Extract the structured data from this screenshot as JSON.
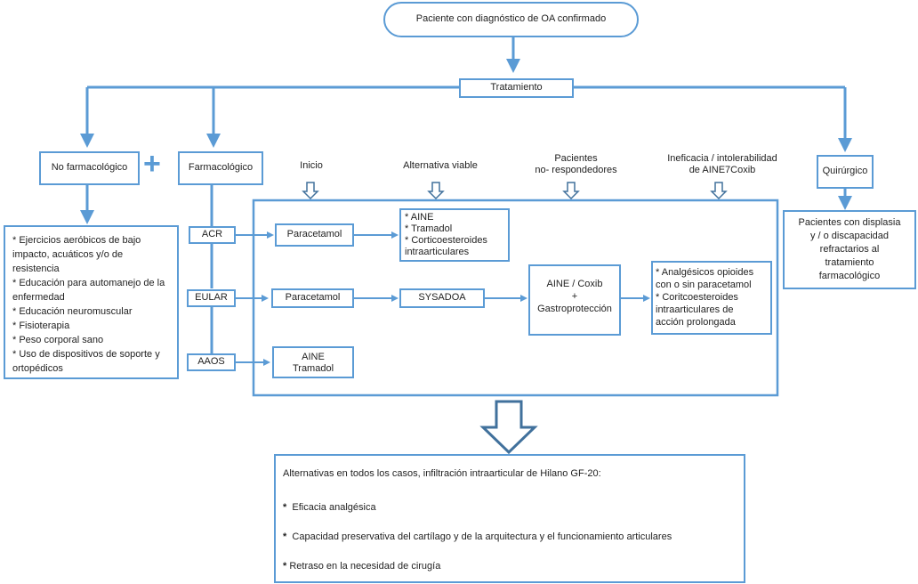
{
  "top": "Paciente con diagnóstico de OA confirmado",
  "tratamiento": "Tratamiento",
  "no_farm": "No farmacológico",
  "farm": "Farmacológico",
  "quirurgico": "Quirúrgico",
  "plus": "+",
  "headers": {
    "inicio": "Inicio",
    "alternativa": "Alternativa viable",
    "pacientes_l1": "Pacientes",
    "pacientes_l2": "no- respondedores",
    "ineficacia_l1": "Ineficacia / intolerabilidad",
    "ineficacia_l2": "de AINE7Coxib"
  },
  "no_farm_items": [
    "* Ejercicios aeróbicos de bajo impacto, acuáticos y/o de resistencia",
    "* Educación para automanejo de la enfermedad",
    "* Educación neuromuscular",
    "* Fisioterapia",
    "* Peso corporal sano",
    "* Uso de dispositivos de soporte y ortopédicos"
  ],
  "quirurgico_text": [
    "Pacientes con displasia",
    "y / o discapacidad",
    "refractarios al",
    "tratamiento",
    "farmacológico"
  ],
  "guides": {
    "acr": "ACR",
    "eular": "EULAR",
    "aaos": "AAOS"
  },
  "acr_paracetamol": "Paracetamol",
  "eular_paracetamol": "Paracetamol",
  "sysadoa": "SYSADOA",
  "aaos_l1": "AINE",
  "aaos_l2": "Tramadol",
  "alt_items": [
    "* AINE",
    "* Tramadol",
    "* Corticoesteroides",
    "intraarticulares"
  ],
  "aine_coxib_l1": "AINE / Coxib",
  "aine_coxib_l2": "+",
  "aine_coxib_l3": "Gastroprotección",
  "analg_items": [
    "* Analgésicos opioides",
    "con o sin paracetamol",
    "* Coritcoesteroides",
    "intraarticulares de",
    "acción prolongada"
  ],
  "bottom": {
    "title": "Alternativas en todos los casos, infiltración intraarticular de Hilano GF-20:",
    "items": [
      "Eficacia analgésica",
      "Capacidad preservativa del cartílago y de la arquitectura y el funcionamiento articulares",
      "Retraso en la necesidad de cirugía"
    ],
    "bullet": "*"
  },
  "accent": "#5b9bd5",
  "accent_dark": "#41719c"
}
